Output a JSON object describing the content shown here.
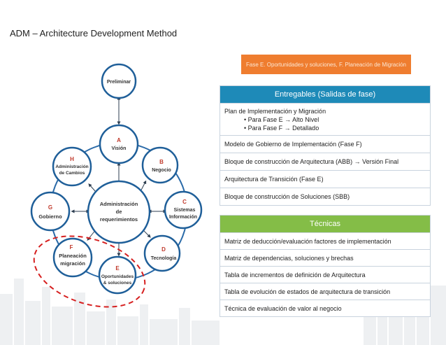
{
  "title": "ADM – Architecture Development Method",
  "phase_note": "Fase E. Oportunidades y soluciones, F. Planeación de Migración",
  "nodes": {
    "preliminar": {
      "label": "Preliminar"
    },
    "a": {
      "letter": "A",
      "label": "Visión"
    },
    "b": {
      "letter": "B",
      "label": "Negocio"
    },
    "c": {
      "letter": "C",
      "line1": "Sistemas",
      "line2": "Información"
    },
    "d": {
      "letter": "D",
      "label": "Tecnología"
    },
    "e": {
      "letter": "E",
      "line1": "Oportunidades",
      "line2": "& soluciones"
    },
    "f": {
      "letter": "F",
      "line1": "Planeación",
      "line2": "migración"
    },
    "g": {
      "letter": "G",
      "label": "Gobierno"
    },
    "h": {
      "letter": "H",
      "line1": "Administración",
      "line2": "de Cambios"
    },
    "center": {
      "line1": "Administración",
      "line2": "de",
      "line3": "requerimientos"
    }
  },
  "entregables": {
    "header": "Entregables (Salidas de fase)",
    "rows": [
      {
        "text": "Plan de Implementación y Migración",
        "sub": [
          "•      Para Fase E → Alto Nivel",
          "•      Para Fase F → Detallado"
        ]
      },
      {
        "text": "Modelo de Gobierno de Implementación (Fase F)"
      },
      {
        "text": "Bloque de construcción de Arquitectura (ABB) → Versión Final"
      },
      {
        "text": "Arquitectura de Transición (Fase E)"
      },
      {
        "text": "Bloque de construcción de Soluciones (SBB)"
      }
    ]
  },
  "tecnicas": {
    "header": "Técnicas",
    "rows": [
      "Matriz de deducción/evaluación factores de implementación",
      "Matriz de dependencias, soluciones y brechas",
      "Tabla de incrementos de definición de Arquitectura",
      "Tabla de evolución de estados de arquitectura de transición",
      "Técnica de evaluación de valor al negocio"
    ]
  },
  "colors": {
    "orange": "#ef7d2f",
    "blue": "#1e8ab8",
    "green": "#84bd47",
    "circle_stroke": "#1f5f99",
    "letter_red": "#c0392b",
    "dashed_red": "#d62020"
  }
}
